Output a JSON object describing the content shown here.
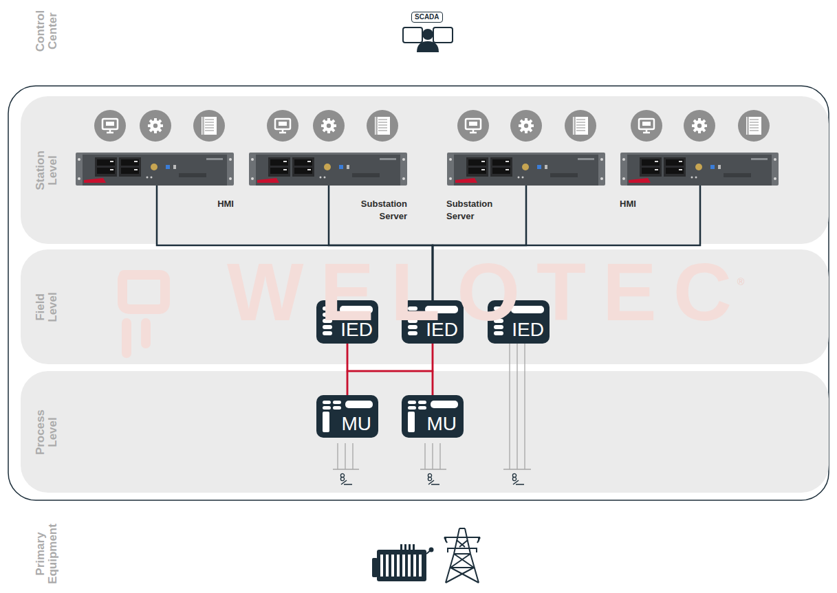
{
  "diagram": {
    "nodes": [
      {
        "text": [
          "Station Level"
        ]
      },
      {
        "text": [
          "HMI"
        ],
        "in": 0
      },
      {
        "text": [
          "Substation Server"
        ],
        "in": 0
      },
      {
        "text": [
          "Substation Server"
        ],
        "in": 0
      },
      {
        "text": [
          "HMI"
        ],
        "in": 0
      },
      {
        "text": [
          "Field Level"
        ]
      },
      {
        "text": [
          "IED"
        ],
        "in": 5
      },
      {
        "text": [
          "IED"
        ],
        "in": 5
      },
      {
        "text": [
          "IED"
        ],
        "in": 5
      },
      {
        "text": [
          "Process Level"
        ]
      },
      {
        "text": [
          "MU"
        ],
        "in": 9
      },
      {
        "text": [
          "MU"
        ],
        "in": 9
      }
    ],
    "edges": [
      {
        "from": 1,
        "to": 7,
        "arrow": "none"
      },
      {
        "from": 2,
        "to": 7,
        "arrow": "none"
      },
      {
        "from": 3,
        "to": 7,
        "arrow": "none"
      },
      {
        "from": 4,
        "to": 7,
        "arrow": "none"
      },
      {
        "from": 6,
        "to": 10,
        "arrow": "none"
      },
      {
        "from": 6,
        "to": 11,
        "arrow": "none"
      },
      {
        "from": 7,
        "to": 10,
        "arrow": "none"
      },
      {
        "from": 7,
        "to": 11,
        "arrow": "none"
      }
    ],
    "labels": [
      "Control Center",
      "Primary Equipment",
      "SCADA",
      "WELOTEC",
      "®"
    ]
  }
}
